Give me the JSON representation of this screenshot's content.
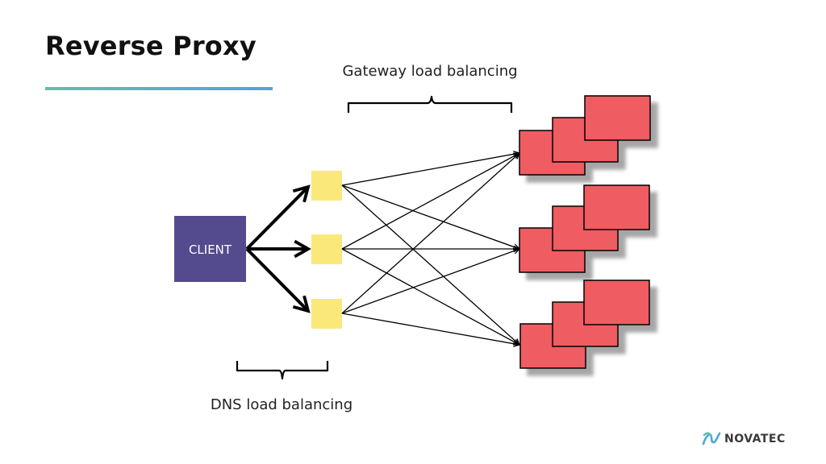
{
  "slide": {
    "title": "Reverse Proxy"
  },
  "diagram": {
    "client_label": "CLIENT",
    "gateway_label": "Gateway load balancing",
    "dns_label": "DNS load balancing",
    "proxy_count": 3,
    "server_groups": 3,
    "colors": {
      "client": "#544a8e",
      "proxy": "#fbe87a",
      "server": "#ef5b62",
      "accent_start": "#5cc2a6",
      "accent_end": "#4aa8d8"
    }
  },
  "brand": {
    "logo_text": "NOVATEC",
    "logo_icon": "novatec-logo-icon"
  }
}
